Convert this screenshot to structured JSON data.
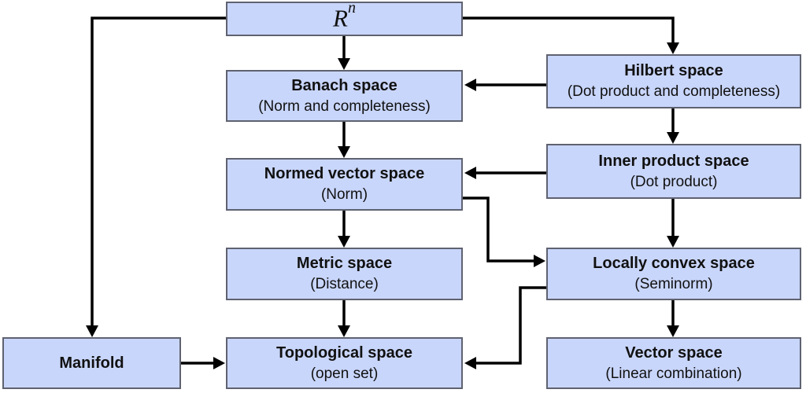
{
  "nodes": {
    "rn": {
      "base": "R",
      "sup": "n"
    },
    "banach": {
      "title": "Banach space",
      "sub": "(Norm and completeness)"
    },
    "hilbert": {
      "title": "Hilbert space",
      "sub": "(Dot product and completeness)"
    },
    "normed": {
      "title": "Normed vector space",
      "sub": "(Norm)"
    },
    "inner": {
      "title": "Inner product space",
      "sub": "(Dot product)"
    },
    "metric": {
      "title": "Metric space",
      "sub": "(Distance)"
    },
    "locally": {
      "title": "Locally convex space",
      "sub": "(Seminorm)"
    },
    "manifold": {
      "title": "Manifold"
    },
    "topological": {
      "title": "Topological space",
      "sub": "(open set)"
    },
    "vector": {
      "title": "Vector space",
      "sub": "(Linear combination)"
    }
  },
  "edges": [
    {
      "from": "rn",
      "to": "banach"
    },
    {
      "from": "rn",
      "to": "hilbert"
    },
    {
      "from": "rn",
      "to": "manifold"
    },
    {
      "from": "hilbert",
      "to": "banach"
    },
    {
      "from": "hilbert",
      "to": "inner"
    },
    {
      "from": "banach",
      "to": "normed"
    },
    {
      "from": "inner",
      "to": "normed"
    },
    {
      "from": "inner",
      "to": "locally"
    },
    {
      "from": "normed",
      "to": "metric"
    },
    {
      "from": "normed",
      "to": "locally"
    },
    {
      "from": "metric",
      "to": "topological"
    },
    {
      "from": "locally",
      "to": "topological"
    },
    {
      "from": "locally",
      "to": "vector"
    },
    {
      "from": "manifold",
      "to": "topological"
    }
  ]
}
